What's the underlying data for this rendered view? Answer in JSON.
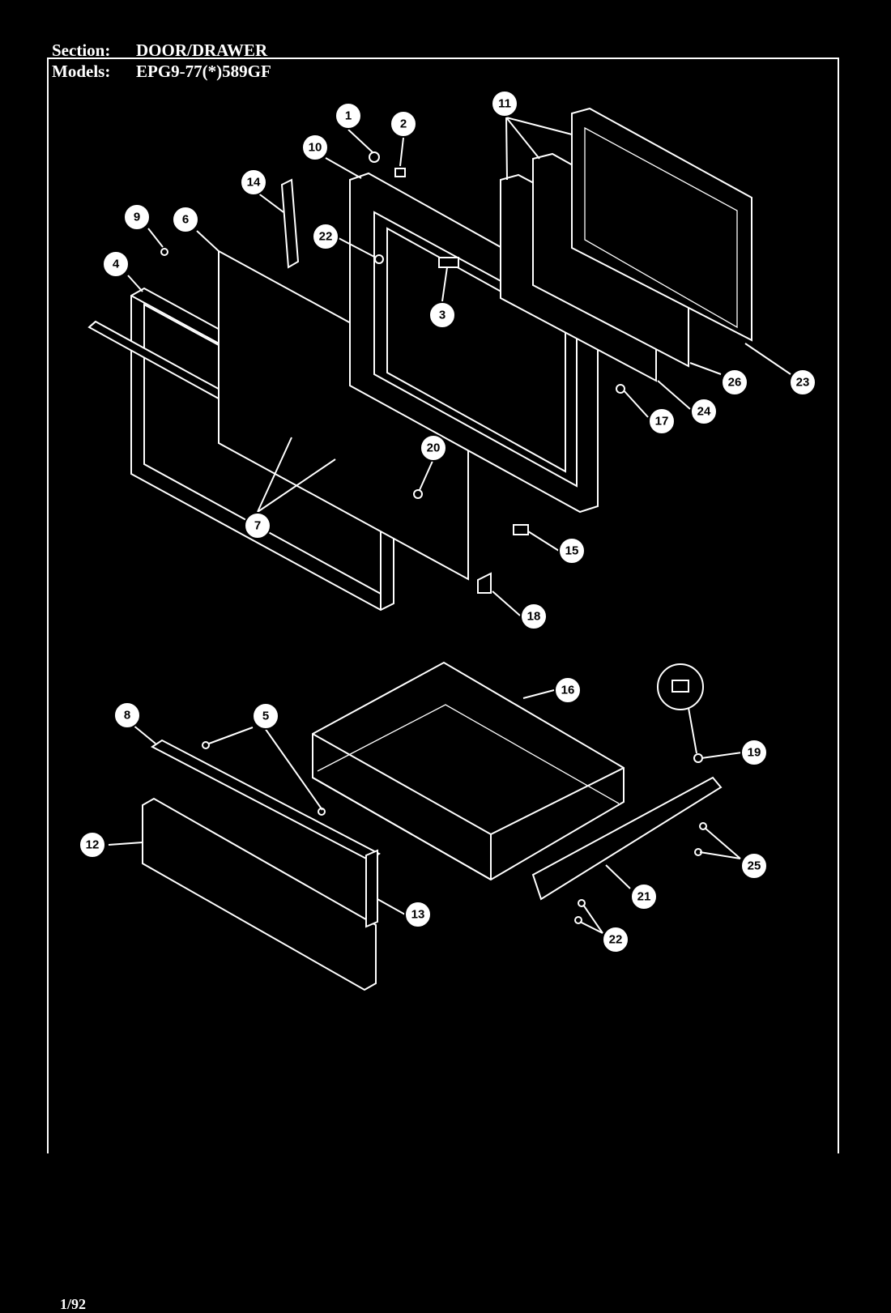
{
  "header": {
    "section_label": "Section:",
    "section_value": "DOOR/DRAWER",
    "models_label": "Models:",
    "models_value": "EPG9-77(*)589GF"
  },
  "footer": {
    "date": "1/92"
  },
  "callouts": [
    {
      "id": "c1",
      "num": "1"
    },
    {
      "id": "c2",
      "num": "2"
    },
    {
      "id": "c3",
      "num": "3"
    },
    {
      "id": "c4",
      "num": "4"
    },
    {
      "id": "c5",
      "num": "5"
    },
    {
      "id": "c6",
      "num": "6"
    },
    {
      "id": "c7",
      "num": "7"
    },
    {
      "id": "c8",
      "num": "8"
    },
    {
      "id": "c9",
      "num": "9"
    },
    {
      "id": "c10",
      "num": "10"
    },
    {
      "id": "c11",
      "num": "11"
    },
    {
      "id": "c12",
      "num": "12"
    },
    {
      "id": "c13",
      "num": "13"
    },
    {
      "id": "c14",
      "num": "14"
    },
    {
      "id": "c15",
      "num": "15"
    },
    {
      "id": "c16",
      "num": "16"
    },
    {
      "id": "c17",
      "num": "17"
    },
    {
      "id": "c18",
      "num": "18"
    },
    {
      "id": "c19",
      "num": "19"
    },
    {
      "id": "c20",
      "num": "20"
    },
    {
      "id": "c21",
      "num": "21"
    },
    {
      "id": "c22a",
      "num": "22"
    },
    {
      "id": "c22b",
      "num": "22"
    },
    {
      "id": "c23",
      "num": "23"
    },
    {
      "id": "c24",
      "num": "24"
    },
    {
      "id": "c25",
      "num": "25"
    },
    {
      "id": "c26",
      "num": "26"
    }
  ]
}
